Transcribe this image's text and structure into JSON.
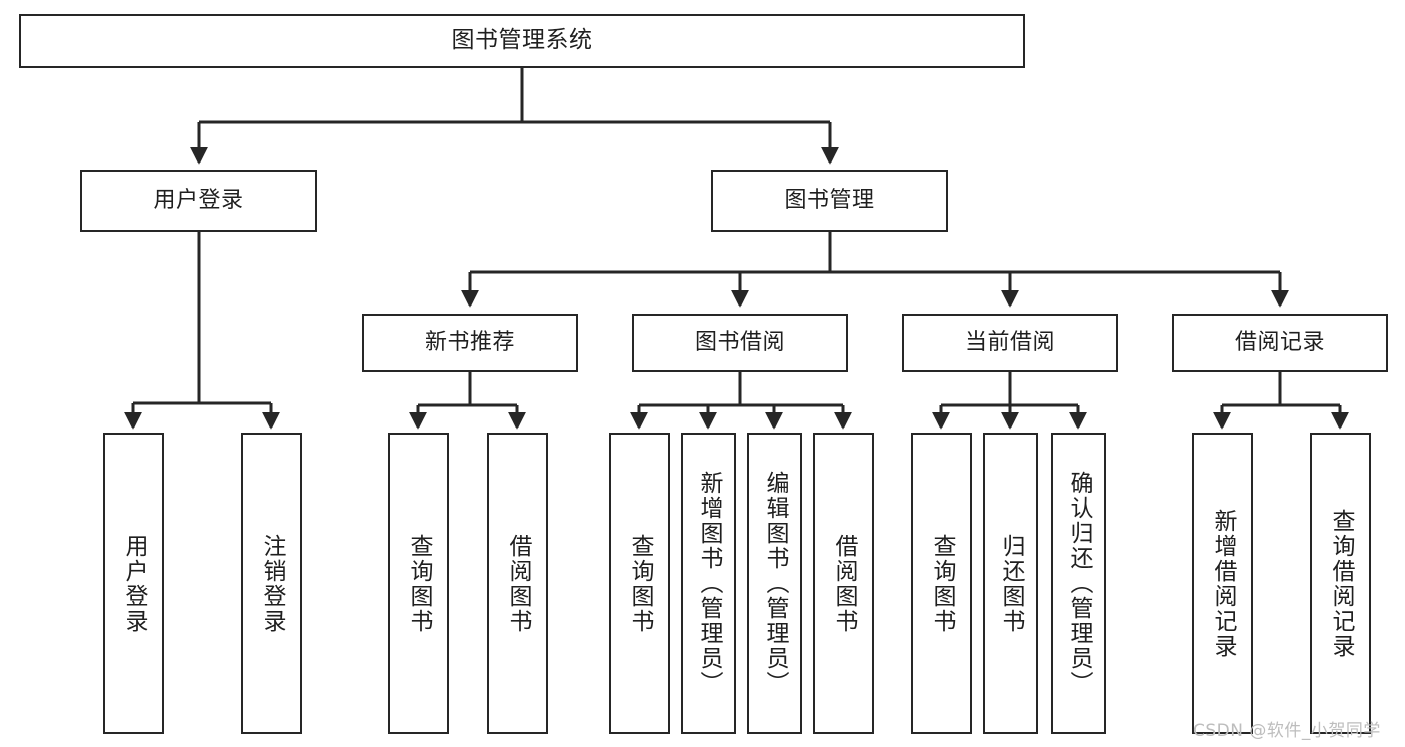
{
  "diagram": {
    "title": "图书管理系统",
    "watermark": "CSDN @软件_小贺同学",
    "line_color": "#262626",
    "box_fill": "#ffffff",
    "text_color": "#1f1f1f",
    "watermark_color": "#bdbdbd"
  },
  "nodes": {
    "root": {
      "label": "图书管理系统"
    },
    "level1": [
      {
        "id": "user-login",
        "label": "用户登录"
      },
      {
        "id": "book-management",
        "label": "图书管理"
      }
    ],
    "level2": [
      {
        "id": "new-book-recommend",
        "label": "新书推荐"
      },
      {
        "id": "book-borrow",
        "label": "图书借阅"
      },
      {
        "id": "current-borrow",
        "label": "当前借阅"
      },
      {
        "id": "borrow-record",
        "label": "借阅记录"
      }
    ],
    "leaves": {
      "user_login": [
        {
          "id": "leaf-user-login",
          "label": "用户登录"
        },
        {
          "id": "leaf-logout-login",
          "label": "注销登录"
        }
      ],
      "new_book_recommend": [
        {
          "id": "leaf-query-book-1",
          "label": "查询图书"
        },
        {
          "id": "leaf-borrow-book-1",
          "label": "借阅图书"
        }
      ],
      "book_borrow": [
        {
          "id": "leaf-query-book-2",
          "label": "查询图书"
        },
        {
          "id": "leaf-add-book",
          "label": "新增图书（管理员）"
        },
        {
          "id": "leaf-edit-book",
          "label": "编辑图书（管理员）"
        },
        {
          "id": "leaf-borrow-book-2",
          "label": "借阅图书"
        }
      ],
      "current_borrow": [
        {
          "id": "leaf-query-book-3",
          "label": "查询图书"
        },
        {
          "id": "leaf-return-book",
          "label": "归还图书"
        },
        {
          "id": "leaf-confirm-return",
          "label": "确认归还（管理员）"
        }
      ],
      "borrow_record": [
        {
          "id": "leaf-add-record",
          "label": "新增借阅记录"
        },
        {
          "id": "leaf-query-record",
          "label": "查询借阅记录"
        }
      ]
    }
  }
}
